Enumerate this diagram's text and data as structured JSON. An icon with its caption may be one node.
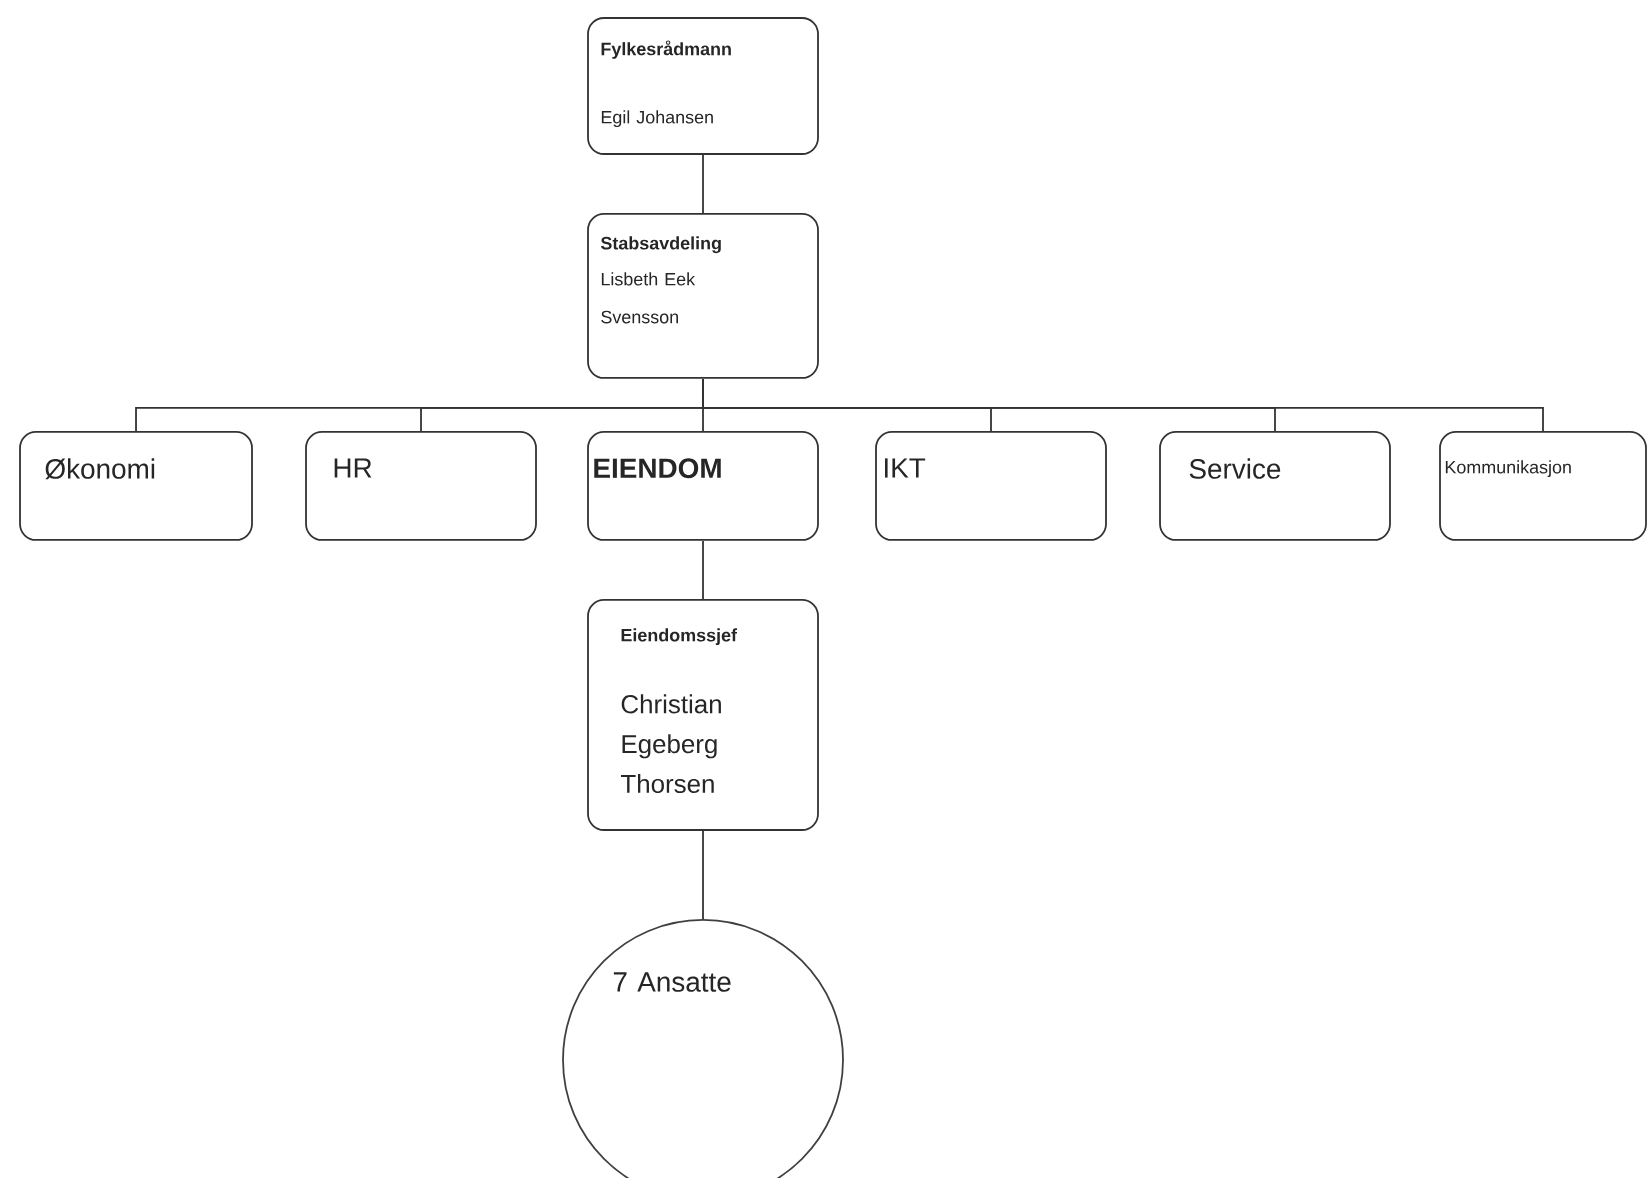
{
  "diagram": {
    "nodes": [
      {
        "text": [
          "Fylkesrådmann",
          "Egil Johansen"
        ]
      },
      {
        "text": [
          "Stabsavdeling",
          "Lisbeth Eek Svensson"
        ]
      },
      {
        "text": [
          "Økonomi"
        ]
      },
      {
        "text": [
          "HR"
        ]
      },
      {
        "text": [
          "EIENDOM"
        ]
      },
      {
        "text": [
          "IKT"
        ]
      },
      {
        "text": [
          "Service"
        ]
      },
      {
        "text": [
          "Kommunikasjon"
        ]
      },
      {
        "text": [
          "Eiendomssjef",
          "Christian Egeberg Thorsen"
        ]
      },
      {
        "text": [
          "7 Ansatte"
        ]
      }
    ],
    "edges": [
      {
        "from": 0,
        "to": 1,
        "arrow": "none"
      },
      {
        "from": 1,
        "to": 2,
        "arrow": "none"
      },
      {
        "from": 1,
        "to": 3,
        "arrow": "none"
      },
      {
        "from": 1,
        "to": 4,
        "arrow": "none"
      },
      {
        "from": 1,
        "to": 5,
        "arrow": "none"
      },
      {
        "from": 1,
        "to": 6,
        "arrow": "none"
      },
      {
        "from": 1,
        "to": 7,
        "arrow": "none"
      },
      {
        "from": 4,
        "to": 8,
        "arrow": "none"
      },
      {
        "from": 8,
        "to": 9,
        "arrow": "none"
      }
    ]
  }
}
